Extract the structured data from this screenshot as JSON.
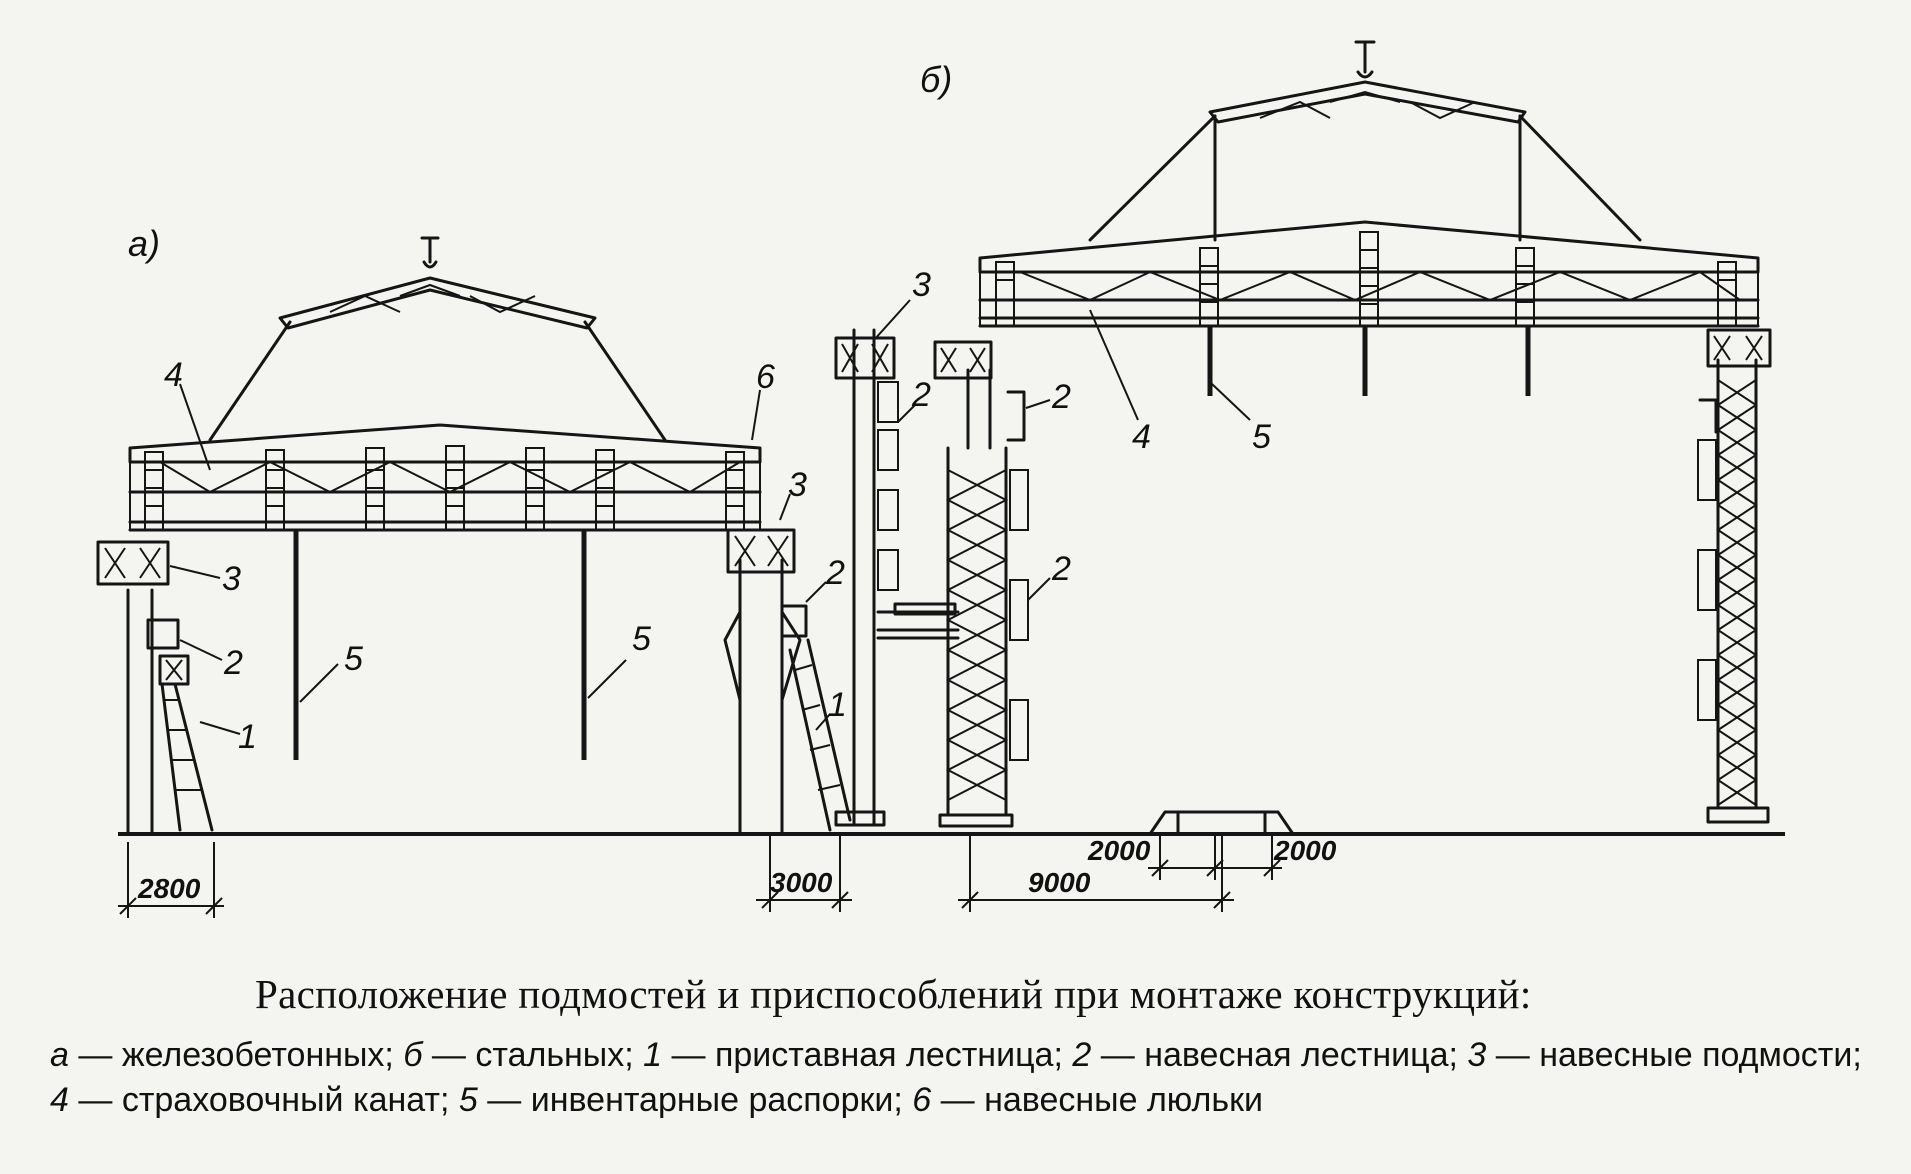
{
  "figure": {
    "subfigure_a_label": "а)",
    "subfigure_b_label": "б)",
    "callouts": [
      "1",
      "2",
      "3",
      "4",
      "5",
      "6"
    ],
    "dimensions": {
      "a_span": "2800",
      "middle_span": "3000",
      "b_span": "9000",
      "b_left_offset": "2000",
      "b_right_offset": "2000"
    }
  },
  "caption": {
    "title": "Расположение подмостей и приспособлений при монтаже конструкций:",
    "legend": [
      {
        "key": "а",
        "text": "железобетонных;"
      },
      {
        "key": "б",
        "text": "стальных;"
      },
      {
        "key": "1",
        "text": "приставная лестница;"
      },
      {
        "key": "2",
        "text": "навесная лестница;"
      },
      {
        "key": "3",
        "text": "навесные подмости;"
      },
      {
        "key": "4",
        "text": "страховочный канат;"
      },
      {
        "key": "5",
        "text": "инвентарные распорки;"
      },
      {
        "key": "6",
        "text": "навесные люльки"
      }
    ]
  }
}
